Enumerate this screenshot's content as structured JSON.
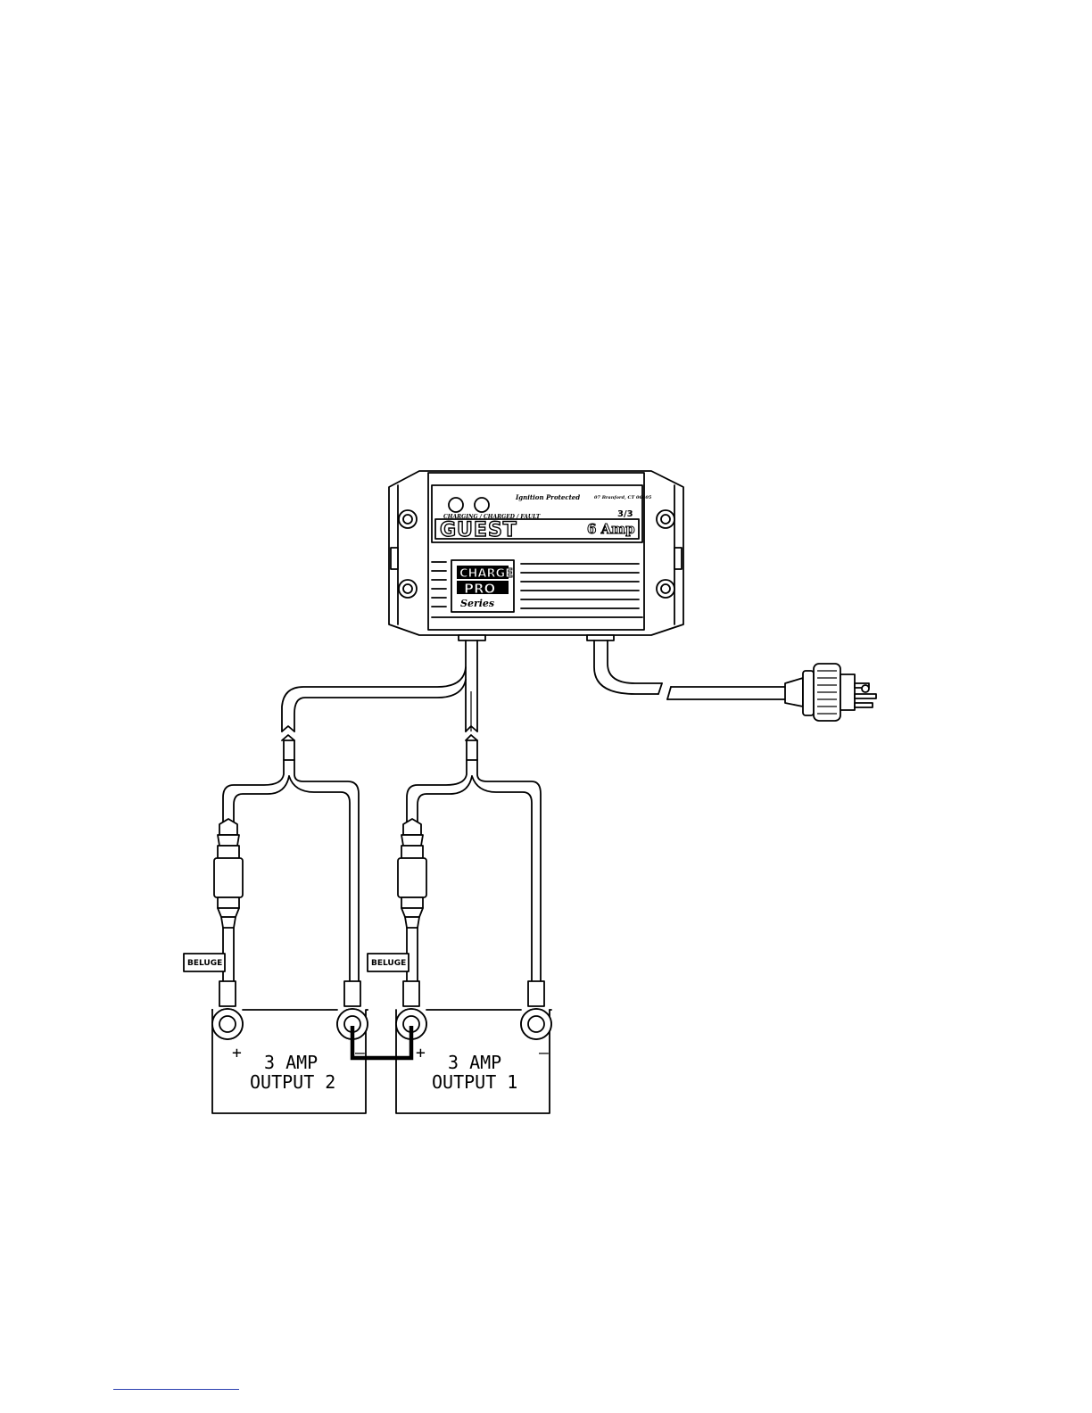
{
  "charger": {
    "brand": "GUEST",
    "rating": "6 Amp",
    "ratio": "3/3",
    "ignition": "Ignition Protected",
    "indicator": "CHARGING / CHARGED / FAULT",
    "address": "07 Branford, CT 06405",
    "logo_line1": "CHARGE",
    "logo_line2": "PRO",
    "logo_line3": "Series"
  },
  "batteries": [
    {
      "line1": "3 AMP",
      "line2": "OUTPUT 2",
      "plus": "+",
      "minus": "–"
    },
    {
      "line1": "3 AMP",
      "line2": "OUTPUT 1",
      "plus": "+",
      "minus": "–"
    }
  ],
  "fuse_tags": [
    {
      "text": "BELUGE"
    },
    {
      "text": "BELUGE"
    }
  ]
}
